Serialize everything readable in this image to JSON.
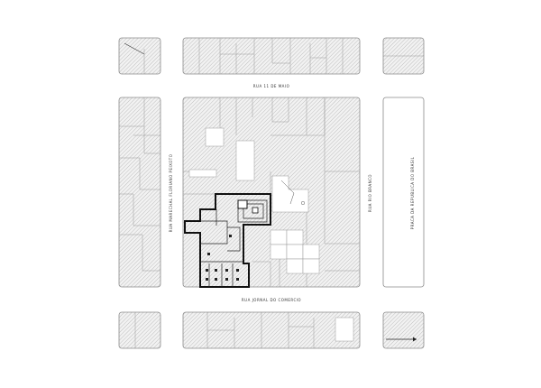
{
  "streets": {
    "top": "RUA 11 DE MAIO",
    "bottom": "RUA JORNAL DO COMERCIO",
    "left": "RUA MARECHAL FLORIANO PEIXOTO",
    "middle_right": "RUA RIO BRANCO",
    "far_right": "PRACA DA REPUBLICA DO BRASIL"
  },
  "icons": [
    "north-arrow-icon",
    "scale-bar-icon"
  ]
}
